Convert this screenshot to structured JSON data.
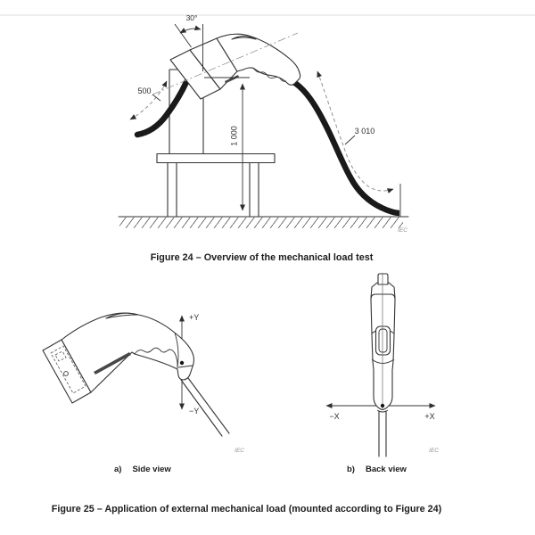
{
  "figure24": {
    "caption": "Figure 24 – Overview of the mechanical load test",
    "labels": {
      "angle": "30°",
      "swing_length": "500",
      "mount_height": "1 000",
      "cable_length": "3 010"
    },
    "credit": "IEC"
  },
  "figure25": {
    "caption": "Figure 25 – Application of external mechanical load (mounted according to Figure 24)",
    "side": {
      "index": "a)",
      "title": "Side view",
      "axis_up": "+Y",
      "axis_down": "−Y",
      "credit": "IEC"
    },
    "back": {
      "index": "b)",
      "title": "Back view",
      "axis_left": "−X",
      "axis_right": "+X",
      "credit": "IEC"
    }
  },
  "colors": {
    "line": "#333333",
    "cable": "#1a1a1a",
    "dash": "#8f8f8f",
    "credit": "#909090",
    "text": "#2e2e2e"
  }
}
